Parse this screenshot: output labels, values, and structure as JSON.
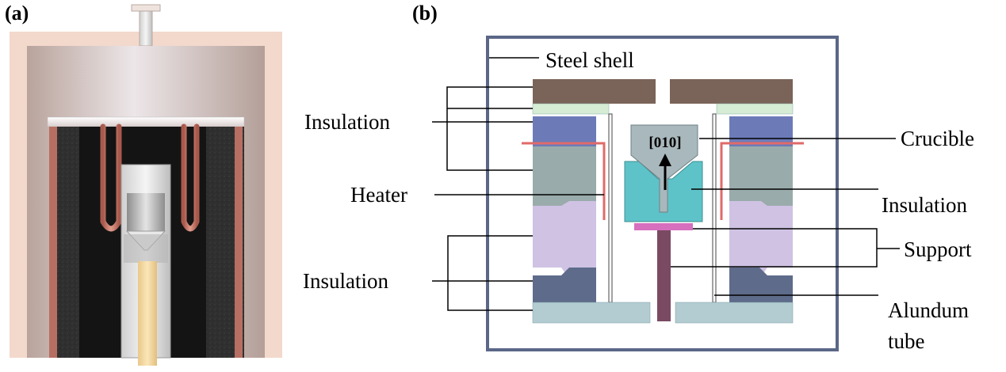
{
  "panel_a": {
    "label": "(a)"
  },
  "panel_b": {
    "label": "(b)",
    "direction_label": "[010]",
    "callouts": {
      "steel_shell": "Steel shell",
      "insulation_top": "Insulation",
      "heater": "Heater",
      "insulation_bottom": "Insulation",
      "crucible": "Crucible",
      "insulation_right": "Insulation",
      "support": "Support",
      "alundum_line1": "Alundum",
      "alundum_line2": "tube"
    }
  },
  "colors": {
    "steel_shell": "#5b6787",
    "top_lid": "#7a6358",
    "pale_green": "#d6ecd4",
    "blue_block": "#6c7bb8",
    "grey_green": "#99abab",
    "lavender": "#cfc2e3",
    "slate": "#5e6b8a",
    "base_plate": "#b2ccd2",
    "crucible_cone": "#a9b8bc",
    "crucible_insulation": "#5ec3c8",
    "support_plate": "#d66fbe",
    "support_rod": "#7a4a62",
    "heater_wire": "#e06a6a",
    "furnace_shell": "#f3d8cc",
    "furnace_wall": "#2b2b2b",
    "rod_yellow": "#f3d79c"
  }
}
